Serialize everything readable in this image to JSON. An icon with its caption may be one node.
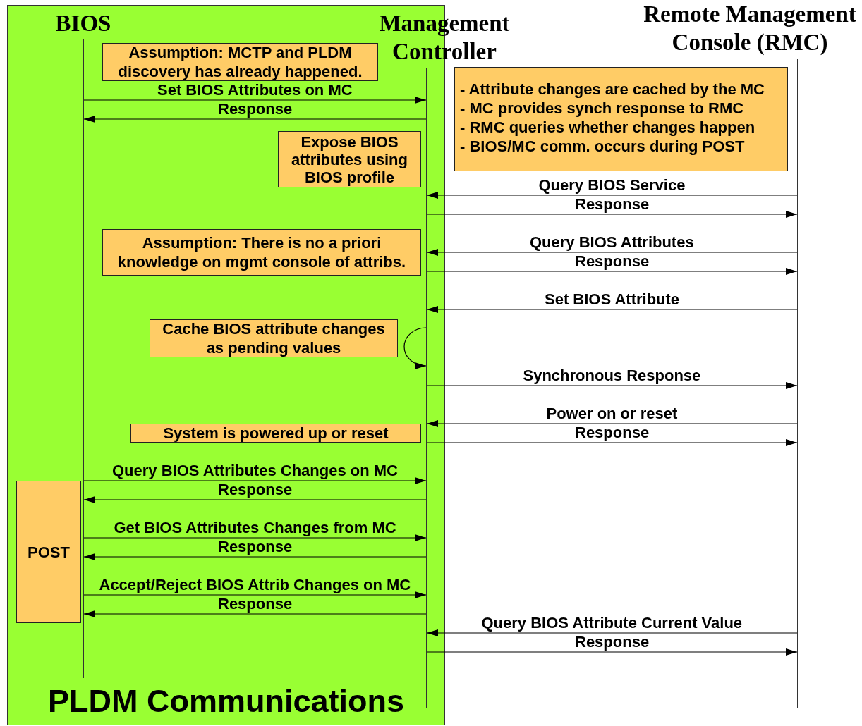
{
  "diagram": {
    "nodes": [
      {
        "text": [
          "PLDM Communications"
        ]
      },
      {
        "text": [],
        "shape": "line",
        "beside": [
          "BIOS"
        ],
        "in": 0
      },
      {
        "text": [],
        "shape": "line",
        "beside": [
          "Management Controller"
        ],
        "in": 0
      },
      {
        "text": [],
        "shape": "line",
        "beside": [
          "Remote Management Console (RMC)"
        ]
      },
      {
        "text": [
          "Assumption: MCTP and PLDM discovery has already happened."
        ],
        "in": 0
      },
      {
        "text": [
          "- Attribute changes are cached by the MC",
          "- MC provides synch response to RMC",
          "- RMC queries whether changes happen",
          "- BIOS/MC comm. occurs during POST"
        ]
      },
      {
        "text": [
          "Expose BIOS attributes using BIOS profile"
        ],
        "in": 0
      },
      {
        "text": [
          "Assumption: There is no a priori knowledge on mgmt console of attribs."
        ],
        "in": 0
      },
      {
        "text": [
          "Cache BIOS attribute changes as pending values"
        ],
        "in": 0
      },
      {
        "text": [
          "System is powered up or reset"
        ],
        "in": 0
      },
      {
        "text": [
          "POST"
        ],
        "in": 0
      }
    ],
    "edges": [
      {
        "from": 1,
        "to": 2,
        "arrow": "to",
        "label": "Set BIOS Attributes on MC"
      },
      {
        "from": 2,
        "to": 1,
        "arrow": "to",
        "label": "Response"
      },
      {
        "from": 3,
        "to": 2,
        "arrow": "to",
        "label": "Query BIOS Service"
      },
      {
        "from": 2,
        "to": 3,
        "arrow": "to",
        "label": "Response"
      },
      {
        "from": 3,
        "to": 2,
        "arrow": "to",
        "label": "Query BIOS Attributes"
      },
      {
        "from": 2,
        "to": 3,
        "arrow": "to",
        "label": "Response"
      },
      {
        "from": 3,
        "to": 2,
        "arrow": "to",
        "label": "Set BIOS Attribute"
      },
      {
        "from": 2,
        "to": 2,
        "arrow": "to"
      },
      {
        "from": 2,
        "to": 3,
        "arrow": "to",
        "label": "Synchronous Response"
      },
      {
        "from": 3,
        "to": 2,
        "arrow": "to",
        "label": "Power on or reset"
      },
      {
        "from": 2,
        "to": 3,
        "arrow": "to",
        "label": "Response"
      },
      {
        "from": 1,
        "to": 2,
        "arrow": "to",
        "label": "Query BIOS Attributes Changes on MC"
      },
      {
        "from": 2,
        "to": 1,
        "arrow": "to",
        "label": "Response"
      },
      {
        "from": 1,
        "to": 2,
        "arrow": "to",
        "label": "Get BIOS Attributes Changes from MC"
      },
      {
        "from": 2,
        "to": 1,
        "arrow": "to",
        "label": "Response"
      },
      {
        "from": 1,
        "to": 2,
        "arrow": "to",
        "label": "Accept/Reject BIOS Attrib Changes on MC"
      },
      {
        "from": 2,
        "to": 1,
        "arrow": "to",
        "label": "Response"
      },
      {
        "from": 3,
        "to": 2,
        "arrow": "to",
        "label": "Query BIOS Attribute Current Value"
      },
      {
        "from": 2,
        "to": 3,
        "arrow": "to",
        "label": "Response"
      }
    ]
  }
}
